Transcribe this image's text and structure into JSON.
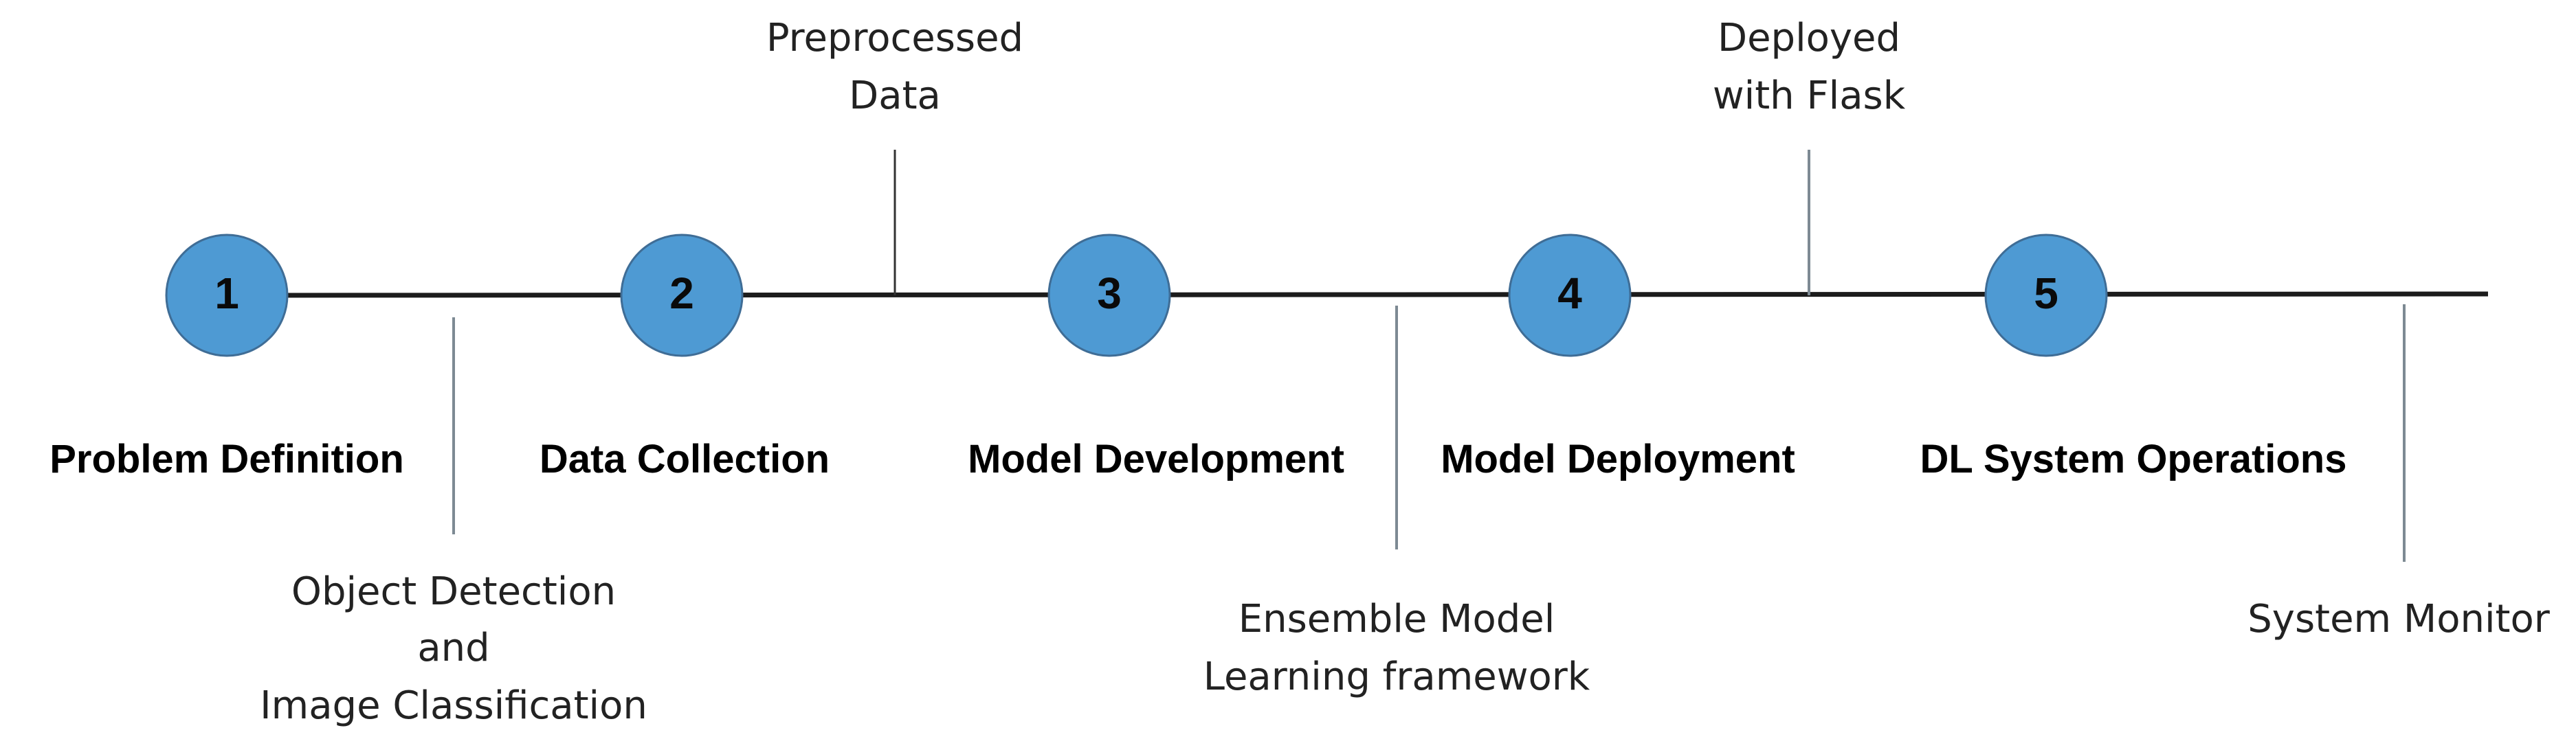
{
  "stages": [
    {
      "number": "1",
      "label": "Problem Definition"
    },
    {
      "number": "2",
      "label": "Data Collection"
    },
    {
      "number": "3",
      "label": "Model Development"
    },
    {
      "number": "4",
      "label": "Model Deployment"
    },
    {
      "number": "5",
      "label": "DL System Operations"
    }
  ],
  "annotations": {
    "object_detection": [
      "Object Detection",
      "and",
      "Image Classification"
    ],
    "preprocessed": [
      "Preprocessed",
      "Data"
    ],
    "ensemble": [
      "Ensemble Model",
      "Learning framework"
    ],
    "deployed": [
      "Deployed",
      "with Flask"
    ],
    "monitor": [
      "System Monitor"
    ]
  },
  "colors": {
    "node_fill": "#4e9ad3",
    "node_stroke": "#3f6d96",
    "timeline": "#1c1c1c"
  }
}
